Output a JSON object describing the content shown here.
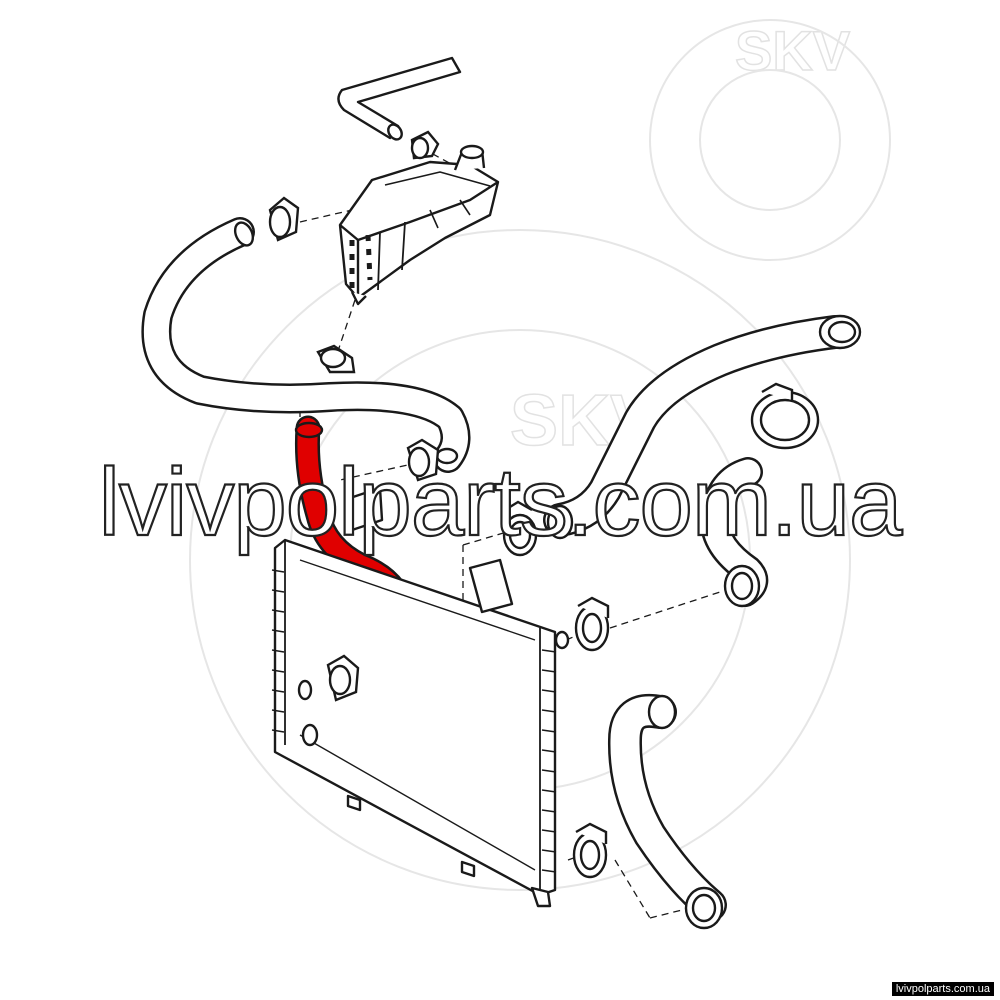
{
  "watermark": {
    "main_text": "lvivpolparts.com.ua",
    "corner_text": "lvivpolparts.com.ua",
    "logo_text": "SKV"
  },
  "colors": {
    "line": "#1a1a1a",
    "highlight": "#e00000",
    "watermark_logo": "#e2e2e2"
  }
}
